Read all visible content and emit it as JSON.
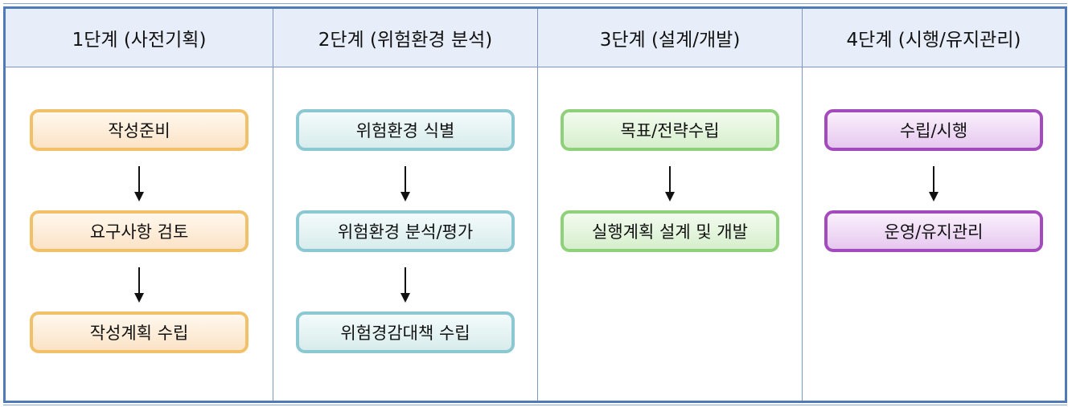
{
  "stages": [
    {
      "title": "1단계 (사전기획)",
      "theme": "orange",
      "steps": [
        "작성준비",
        "요구사항 검토",
        "작성계획 수립"
      ]
    },
    {
      "title": "2단계 (위험환경 분석)",
      "theme": "teal",
      "steps": [
        "위험환경 식별",
        "위험환경 분석/평가",
        "위험경감대책 수립"
      ]
    },
    {
      "title": "3단계 (설계/개발)",
      "theme": "green",
      "steps": [
        "목표/전략수립",
        "실행계획 설계 및 개발"
      ]
    },
    {
      "title": "4단계 (시행/유지관리)",
      "theme": "purple",
      "steps": [
        "수립/시행",
        "운영/유지관리"
      ]
    }
  ],
  "colors": {
    "frame": "#4f7ab8",
    "header_bg": "#e7eef9",
    "orange_border": "#f3c06a",
    "teal_border": "#8cc8d3",
    "green_border": "#8fd17a",
    "purple_border": "#a34bbd"
  }
}
